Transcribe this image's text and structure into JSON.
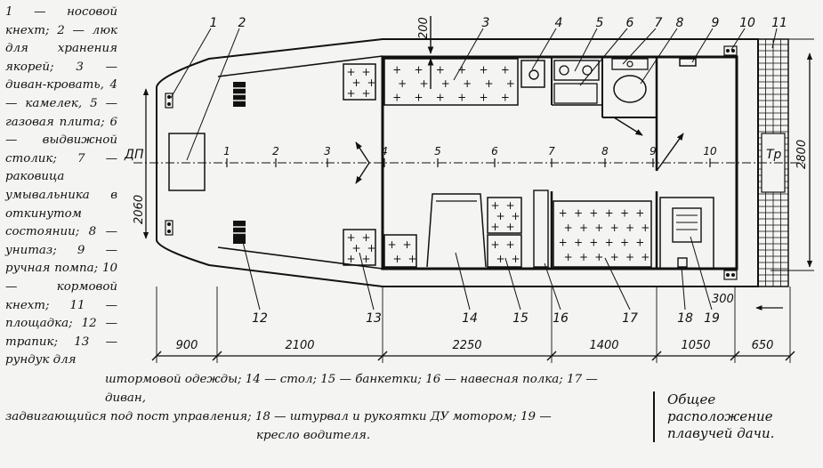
{
  "legend_top": "1 — носовой кнехт; 2 — люк для хранения якорей; 3 — диван-кровать, 4 — камелек, 5 — газовая плита; 6 — выдвижной столик; 7 — раковица умывальника в откинутом состоянии; 8 — унитаз; 9 — ручная помпа; 10 — кормовой кнехт; 11 — площадка; 12 — трапик; 13 — рундук для",
  "legend_bottom_1": "штормовой одежды; 14 — стол; 15 — банкетки; 16 — навесная полка; 17 — диван,",
  "legend_bottom_2": "задвигающийся под пост управления; 18 — штурвал и рукоятки ДУ мотором; 19 —",
  "legend_bottom_3": "кресло водителя.",
  "caption": "Общее расположение плавучей дачи.",
  "callouts": [
    "1",
    "2",
    "3",
    "4",
    "5",
    "6",
    "7",
    "8",
    "9",
    "10",
    "11",
    "12",
    "13",
    "14",
    "15",
    "16",
    "17",
    "18",
    "19"
  ],
  "stations": [
    "1",
    "2",
    "3",
    "4",
    "5",
    "6",
    "7",
    "8",
    "9",
    "10"
  ],
  "labels": {
    "dp": "ДП",
    "tr": "Тр"
  },
  "dimensions": {
    "bottom": [
      "900",
      "2100",
      "2250",
      "1400",
      "1050",
      "650"
    ],
    "width_left": "2060",
    "width_right": "2800",
    "top_200": "200",
    "r_300": "300"
  }
}
